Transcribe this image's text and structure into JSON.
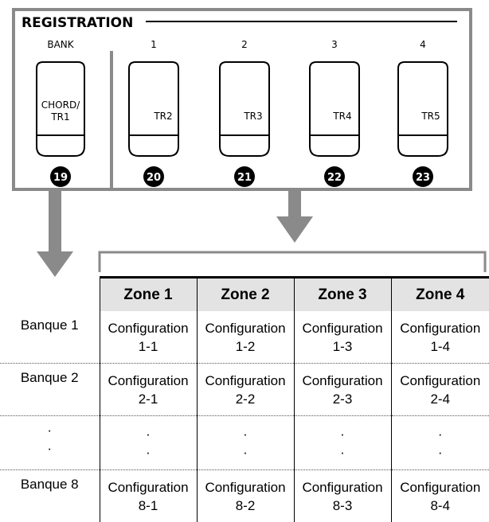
{
  "panel": {
    "title": "REGISTRATION",
    "bank": {
      "header": "BANK",
      "button_label_line1": "CHORD/",
      "button_label_line2": "TR1",
      "callout": "19"
    },
    "areas": [
      {
        "header": "1",
        "button_label": "TR2",
        "callout": "20"
      },
      {
        "header": "2",
        "button_label": "TR3",
        "callout": "21"
      },
      {
        "header": "3",
        "button_label": "TR4",
        "callout": "22"
      },
      {
        "header": "4",
        "button_label": "TR5",
        "callout": "23"
      }
    ]
  },
  "table": {
    "columns": [
      "Zone 1",
      "Zone 2",
      "Zone 3",
      "Zone 4"
    ],
    "rows": [
      {
        "label": "Banque 1",
        "cells": [
          [
            "Configuration",
            "1-1"
          ],
          [
            "Configuration",
            "1-2"
          ],
          [
            "Configuration",
            "1-3"
          ],
          [
            "Configuration",
            "1-4"
          ]
        ]
      },
      {
        "label": "Banque 2",
        "cells": [
          [
            "Configuration",
            "2-1"
          ],
          [
            "Configuration",
            "2-2"
          ],
          [
            "Configuration",
            "2-3"
          ],
          [
            "Configuration",
            "2-4"
          ]
        ]
      },
      {
        "label": "·",
        "cells": [
          [
            "·",
            "·"
          ],
          [
            "·",
            "·"
          ],
          [
            "·",
            "·"
          ],
          [
            "·",
            "·"
          ]
        ],
        "dots": true
      },
      {
        "label": "Banque 8",
        "cells": [
          [
            "Configuration",
            "8-1"
          ],
          [
            "Configuration",
            "8-2"
          ],
          [
            "Configuration",
            "8-3"
          ],
          [
            "Configuration",
            "8-4"
          ]
        ]
      }
    ]
  },
  "colors": {
    "frame": "#8a8a8a",
    "header_fill": "#e3e3e3",
    "callout": "#000000"
  }
}
